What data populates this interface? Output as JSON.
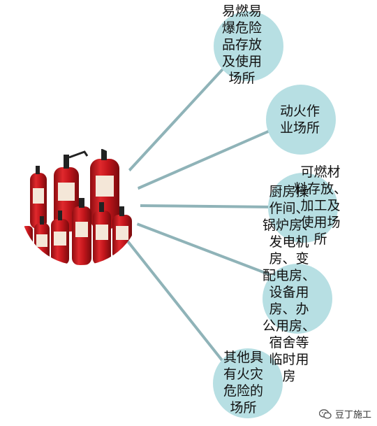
{
  "nodes": [
    {
      "id": "flammable-storage",
      "label": "易燃易\n爆危险\n品存放\n及使用\n场所"
    },
    {
      "id": "hot-work",
      "label": "动火作\n业场所"
    },
    {
      "id": "combustible-processing",
      "label": "可燃材\n料存放、\n加工及\n使用场\n所"
    },
    {
      "id": "kitchen-rooms",
      "label": "厨房操\n作间、\n锅炉房、\n发电机\n房、变\n配电房、\n设备用\n房、办\n公用房、\n宿舍等\n临时用\n房"
    },
    {
      "id": "other-fire-risk",
      "label": "其他具\n有火灾\n危险的\n场所"
    }
  ],
  "colors": {
    "node_fill": "#b7dfe3",
    "connector": "#8fb3b8",
    "extinguisher": "#c4161c"
  },
  "hub_image": "fire-extinguishers",
  "watermark": {
    "icon": "wechat-icon",
    "text": "豆丁施工"
  }
}
